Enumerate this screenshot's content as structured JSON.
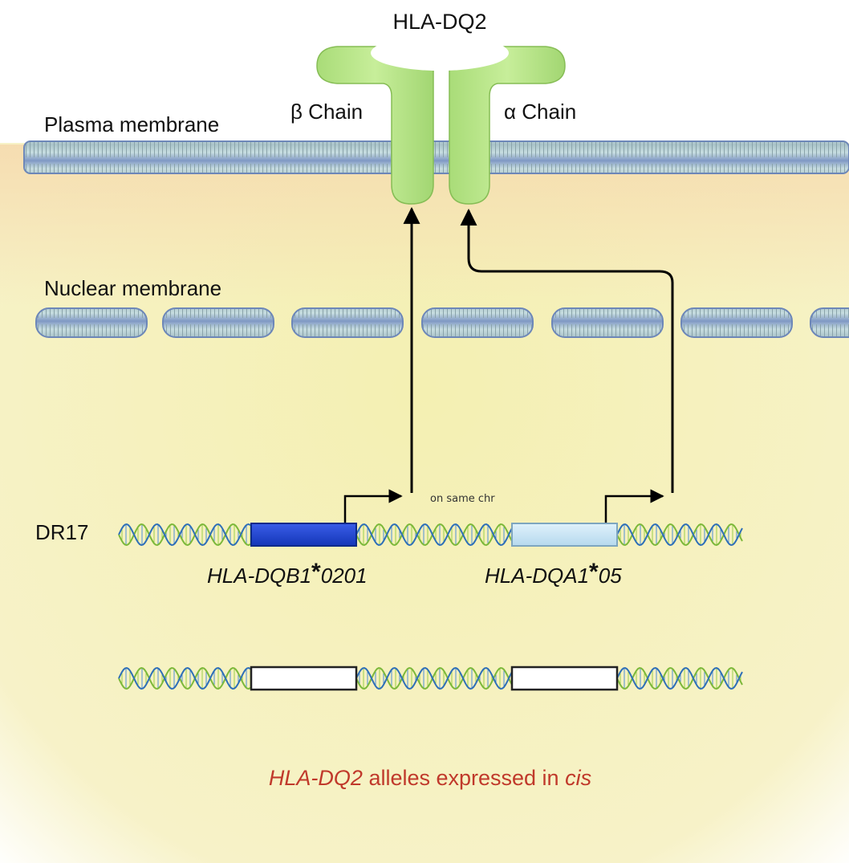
{
  "title": "HLA-DQ2",
  "labels": {
    "plasma_membrane": "Plasma membrane",
    "nuclear_membrane": "Nuclear membrane",
    "beta_chain": "β Chain",
    "alpha_chain": "α Chain",
    "chromosome": "DR17",
    "annotation": "on same chr"
  },
  "genes": {
    "dqb1": {
      "name": "HLA-DQB1",
      "star": "*",
      "allele": "0201",
      "color": "#1a45d6"
    },
    "dqa1": {
      "name": "HLA-DQA1",
      "star": "*",
      "allele": "05",
      "color": "#c4e3f5"
    }
  },
  "caption": {
    "italic_1": "HLA-DQ2",
    "plain": " alleles expressed in ",
    "italic_2": "cis",
    "color": "#c0392b"
  },
  "colors": {
    "background": "#f3efb4",
    "background_upper": "#f6dfb0",
    "protein": "#b9e58a",
    "membrane": "#b4cdd4",
    "arrow": "#000000"
  }
}
